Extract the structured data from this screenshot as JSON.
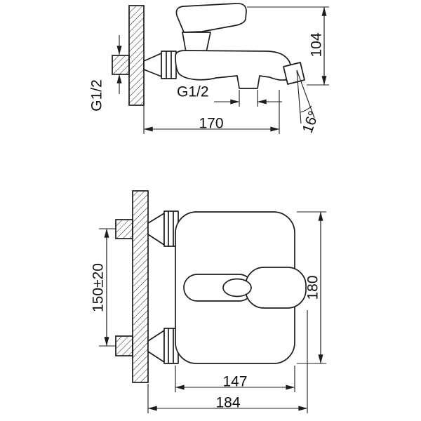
{
  "drawing": {
    "type": "technical-dimension-drawing",
    "subject": "wall-mounted bath mixer faucet, side view (top) and front view (bottom)"
  },
  "labels": {
    "top": {
      "thread_left": "G1/2",
      "thread_mid": "G1/2",
      "height": "104",
      "width": "170",
      "angle": "16°"
    },
    "bottom": {
      "spacing": "150±20",
      "height": "180",
      "width_body": "147",
      "width_total": "184"
    }
  },
  "colors": {
    "line": "#1c1c1c",
    "background": "#ffffff"
  }
}
